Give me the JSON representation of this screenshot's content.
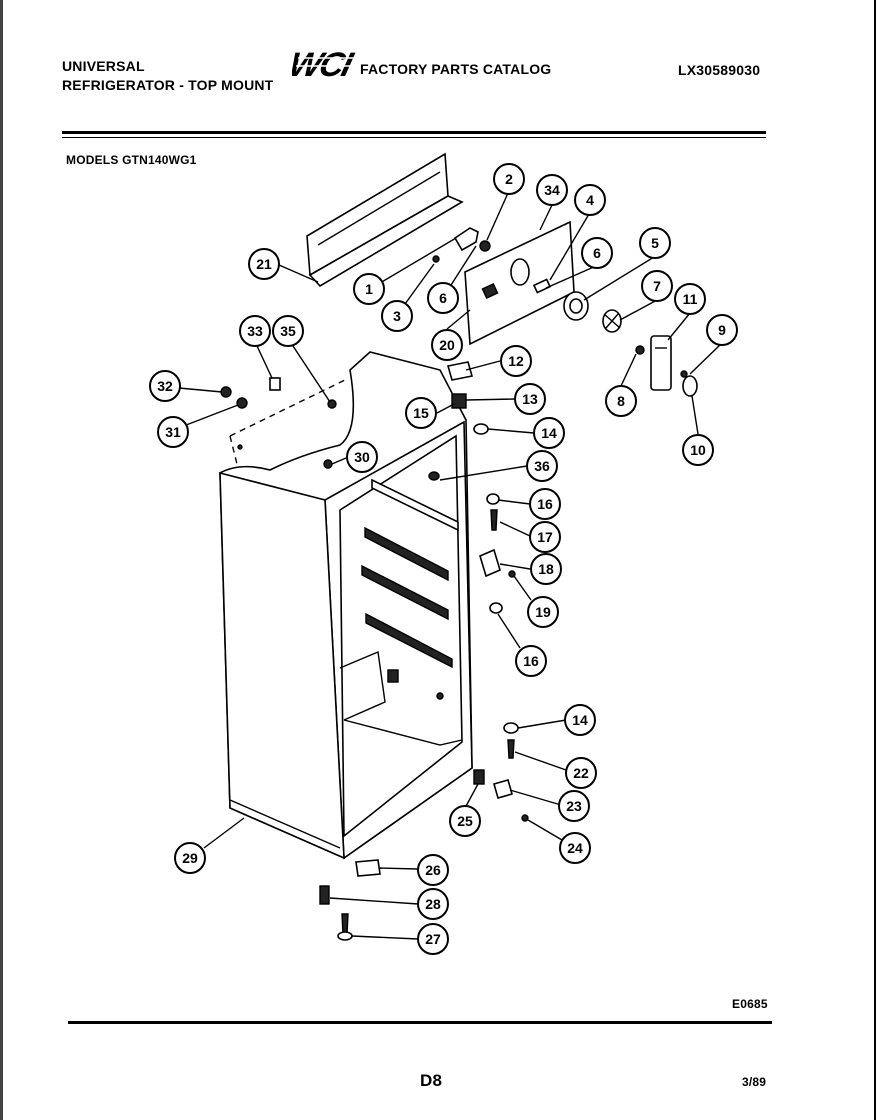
{
  "header": {
    "brand_line1": "UNIVERSAL",
    "brand_line2": "REFRIGERATOR - TOP MOUNT",
    "logo_text": "WCI",
    "catalog_title": "FACTORY PARTS CATALOG",
    "catalog_number": "LX30589030"
  },
  "models_label": "MODELS GTN140WG1",
  "diagram_code": "E0685",
  "page_code": "D8",
  "date_code": "3/89",
  "callouts": [
    "1",
    "2",
    "3",
    "4",
    "5",
    "6",
    "6",
    "7",
    "8",
    "9",
    "10",
    "11",
    "12",
    "13",
    "14",
    "14",
    "15",
    "16",
    "16",
    "17",
    "18",
    "19",
    "20",
    "21",
    "22",
    "23",
    "24",
    "25",
    "26",
    "27",
    "28",
    "29",
    "30",
    "31",
    "32",
    "33",
    "34",
    "35",
    "36"
  ]
}
